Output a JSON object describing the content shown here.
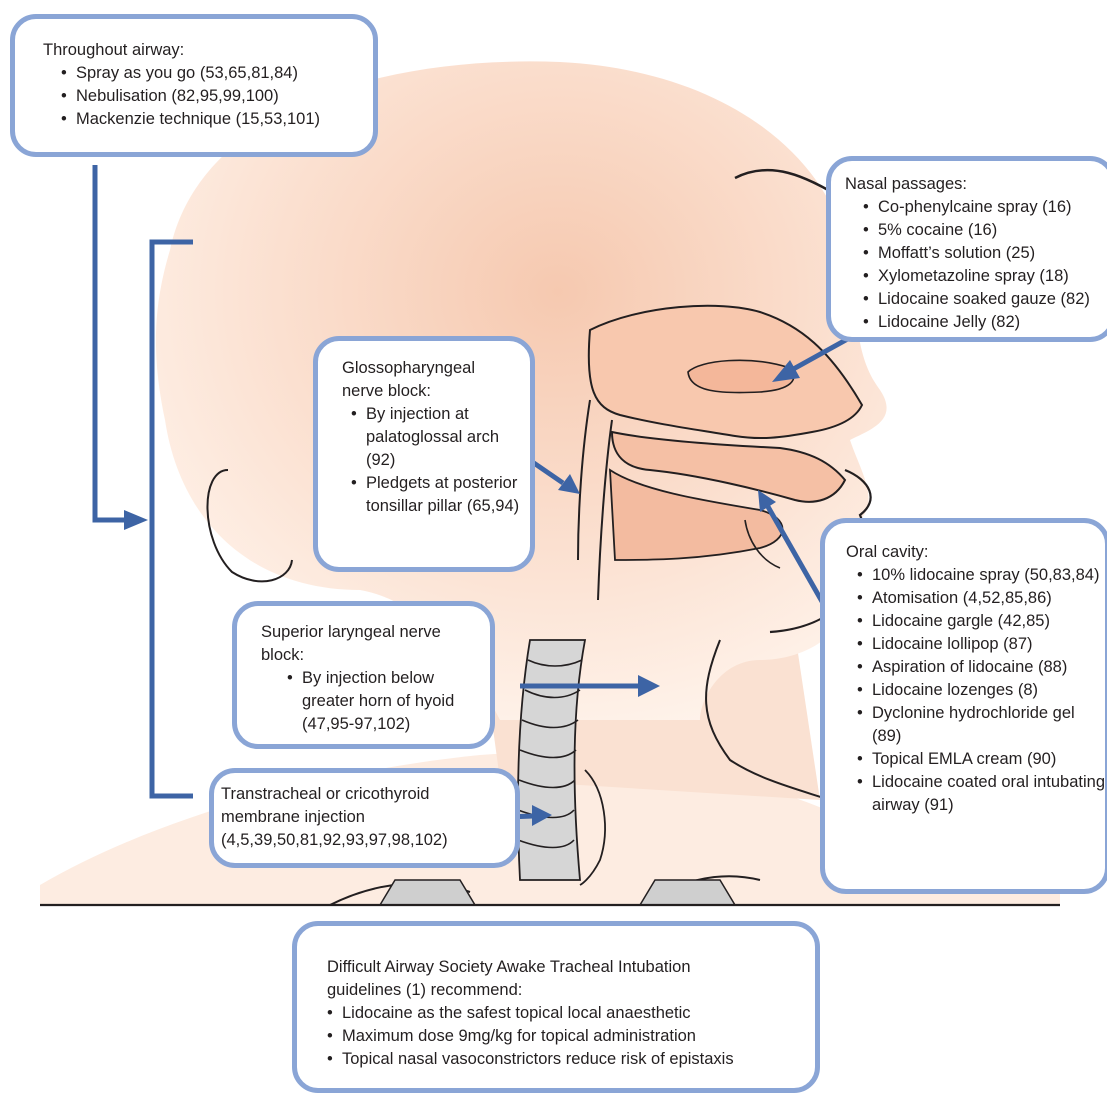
{
  "colors": {
    "box_border": "#8aa5d6",
    "arrow": "#3d64a5",
    "skin_light": "#fdeee3",
    "skin_mid": "#f8d2bd",
    "outline": "#231f20",
    "trachea_gray": "#d0d0d0"
  },
  "panels": {
    "throughout_airway": {
      "title": "Throughout airway:",
      "items": [
        "Spray as you go (53,65,81,84)",
        "Nebulisation (82,95,99,100)",
        "Mackenzie technique (15,53,101)"
      ]
    },
    "nasal_passages": {
      "title": "Nasal passages:",
      "items": [
        "Co-phenylcaine spray (16)",
        "5% cocaine (16)",
        "Moffatt’s solution (25)",
        "Xylometazoline spray (18)",
        "Lidocaine soaked gauze (82)",
        "Lidocaine Jelly (82)"
      ]
    },
    "glossopharyngeal": {
      "title": "Glossopharyngeal\nnerve block:",
      "items": [
        "By injection at palatoglossal arch (92)",
        "Pledgets at posterior tonsillar pillar (65,94)"
      ]
    },
    "superior_laryngeal": {
      "title": "Superior laryngeal nerve\nblock:",
      "items": [
        "By injection below greater horn of hyoid (47,95-97,102)"
      ]
    },
    "transtracheal": {
      "title": "Transtracheal or cricothyroid\nmembrane injection\n(4,5,39,50,81,92,93,97,98,102)"
    },
    "oral_cavity": {
      "title": "Oral cavity:",
      "items": [
        "10% lidocaine spray (50,83,84)",
        "Atomisation (4,52,85,86)",
        "Lidocaine gargle (42,85)",
        "Lidocaine lollipop (87)",
        "Aspiration of lidocaine (88)",
        "Lidocaine lozenges (8)",
        "Dyclonine hydrochloride gel (89)",
        "Topical EMLA cream (90)",
        "Lidocaine coated oral intubating airway (91)"
      ]
    },
    "das_guidelines": {
      "title": "Difficult Airway Society Awake Tracheal Intubation\nguidelines (1) recommend:",
      "items": [
        "Lidocaine as the safest topical local anaesthetic",
        "Maximum dose 9mg/kg for topical administration",
        "Topical nasal vasoconstrictors reduce risk of epistaxis"
      ]
    }
  }
}
